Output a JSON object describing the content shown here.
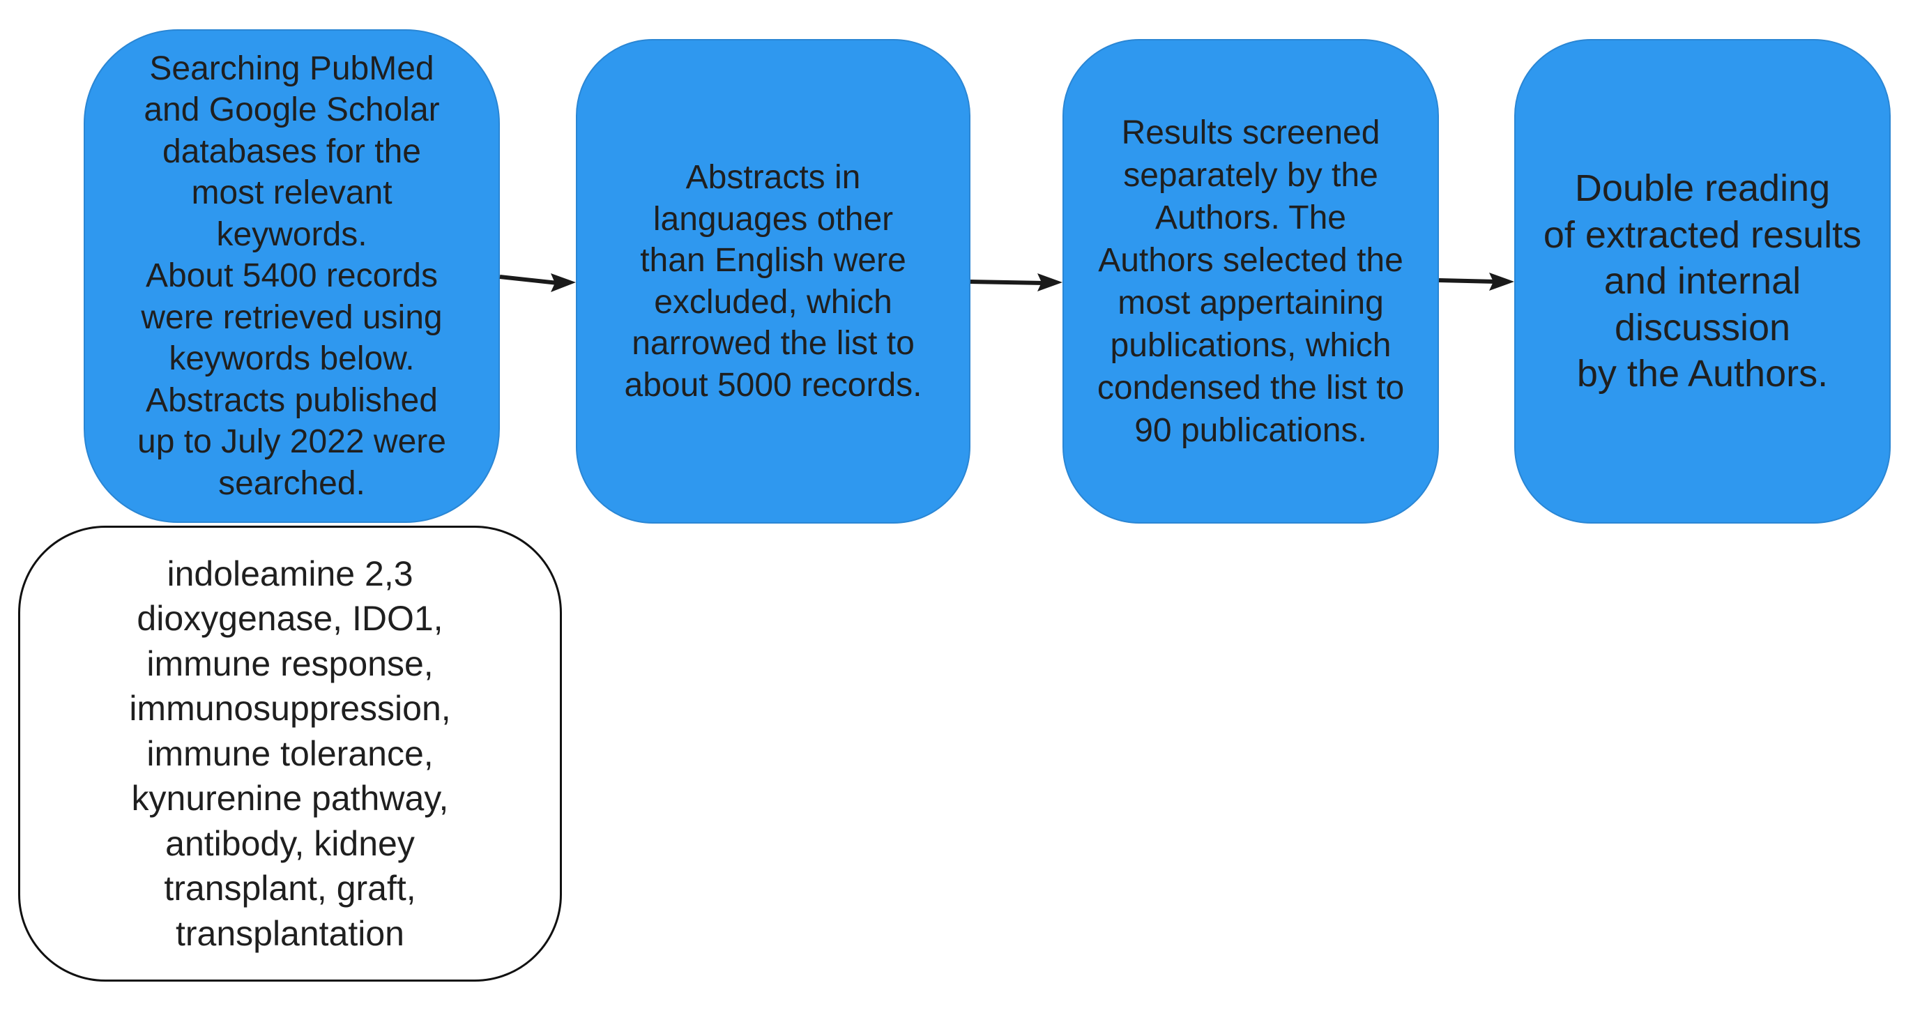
{
  "flow": {
    "step1": "Searching PubMed\nand Google Scholar\ndatabases for the\nmost relevant\nkeywords.\nAbout 5400 records\nwere retrieved using\nkeywords below.\nAbstracts published\nup to July 2022 were\nsearched.",
    "step2": "Abstracts in\nlanguages other\nthan English were\nexcluded, which\nnarrowed the list to\nabout 5000 records.",
    "step3": "Results screened\nseparately by the\nAuthors. The\nAuthors selected the\nmost appertaining\npublications, which\ncondensed the list to\n90 publications.",
    "step4": "Double reading\nof extracted results\nand internal\ndiscussion\nby the Authors.",
    "keywords": "indoleamine 2,3\ndioxygenase, IDO1,\nimmune response,\nimmunosuppression,\nimmune tolerance,\nkynurenine pathway,\nantibody, kidney\ntransplant, graft,\ntransplantation"
  },
  "colors": {
    "box_fill": "#2f98ef",
    "arrow": "#1a1a1a",
    "text": "#1f1f1f"
  }
}
